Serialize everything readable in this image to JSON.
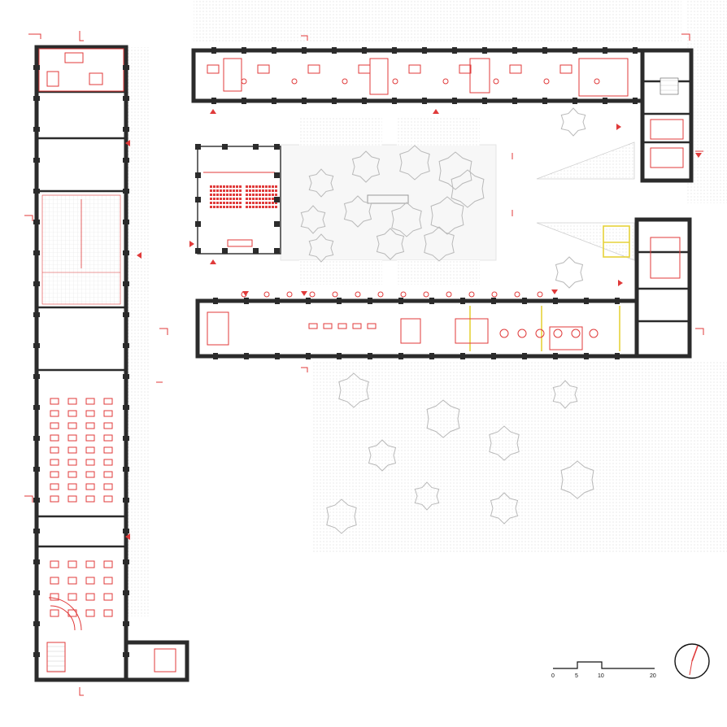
{
  "scale_bar": {
    "labels": [
      "0",
      "5",
      "10",
      "20"
    ],
    "unit_values": [
      0,
      5,
      10,
      20
    ]
  },
  "north_arrow": {
    "icon": "north-arrow-icon"
  },
  "colors": {
    "walls": "#2b2b2b",
    "interventions": "#e03a3a",
    "highlights": "#e6d23a",
    "context": "#b9b9b9"
  }
}
